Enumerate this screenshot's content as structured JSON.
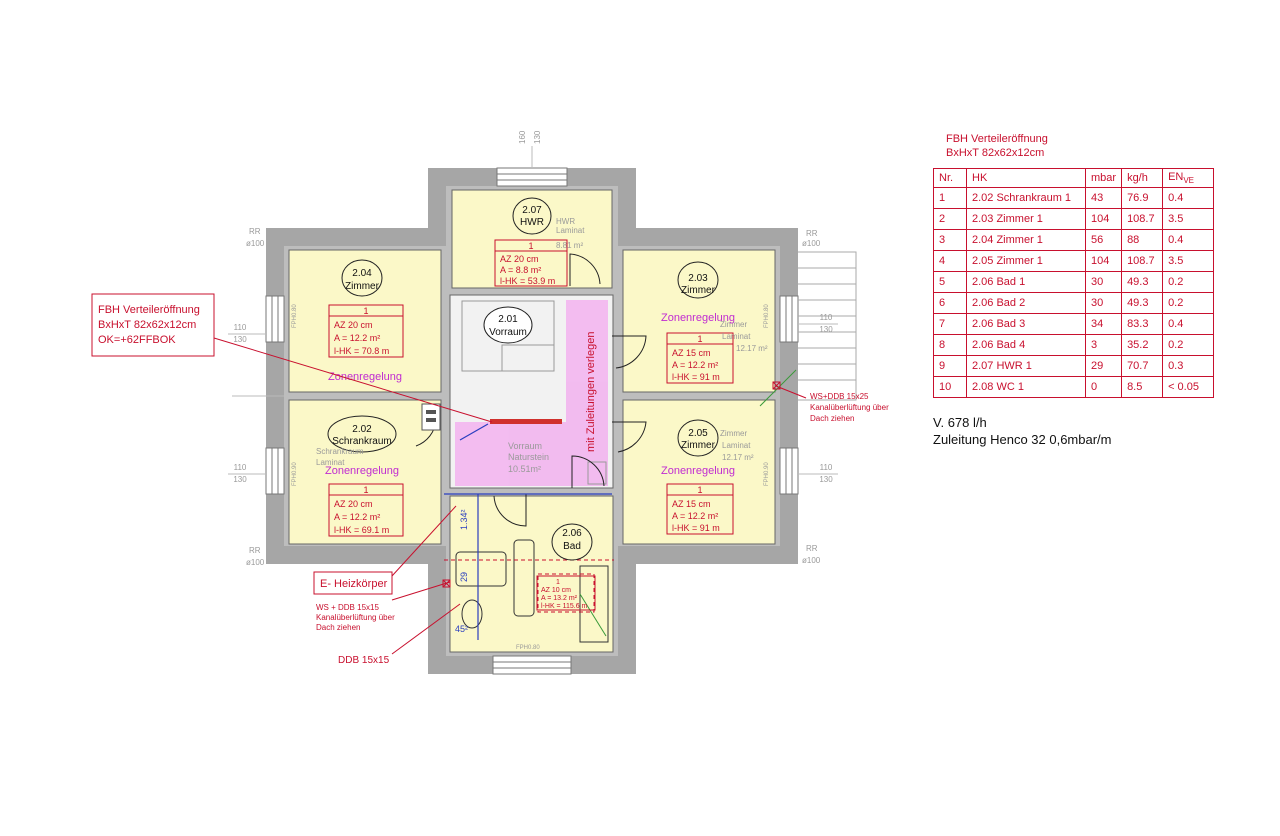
{
  "legend": {
    "line1": "FBH Verteileröffnung",
    "line2": "BxHxT 82x62x12cm"
  },
  "table": {
    "headers": [
      "Nr.",
      "HK",
      "mbar",
      "kg/h",
      "EN",
      "VE"
    ],
    "rows": [
      [
        "1",
        "2.02  Schrankraum 1",
        "43",
        "76.9",
        "0.4"
      ],
      [
        "2",
        "2.03  Zimmer 1",
        "104",
        "108.7",
        "3.5"
      ],
      [
        "3",
        "2.04  Zimmer 1",
        "56",
        "88",
        "0.4"
      ],
      [
        "4",
        "2.05  Zimmer 1",
        "104",
        "108.7",
        "3.5"
      ],
      [
        "5",
        "2.06  Bad 1",
        "30",
        "49.3",
        "0.2"
      ],
      [
        "6",
        "2.06  Bad 2",
        "30",
        "49.3",
        "0.2"
      ],
      [
        "7",
        "2.06  Bad 3",
        "34",
        "83.3",
        "0.4"
      ],
      [
        "8",
        "2.06  Bad 4",
        "3",
        "35.2",
        "0.2"
      ],
      [
        "9",
        "2.07  HWR 1",
        "29",
        "70.7",
        "0.3"
      ],
      [
        "10",
        "2.08  WC 1",
        "0",
        "8.5",
        "<  0.05"
      ]
    ]
  },
  "summary": {
    "volume": "V. 678 l/h",
    "supply": "Zuleitung Henco 32 0,6mbar/m"
  },
  "rooms": {
    "r207": {
      "num": "2.07",
      "name": "HWR",
      "hk": "1",
      "az": "AZ 20 cm",
      "area": "A = 8.8 m²",
      "lhk": "l-HK = 53.9 m",
      "floor": "HWR",
      "floor2": "Laminat",
      "floor3": "8.81 m²"
    },
    "r204": {
      "num": "2.04",
      "name": "Zimmer",
      "hk": "1",
      "az": "AZ 20 cm",
      "area": "A = 12.2 m²",
      "lhk": "l-HK = 70.8 m",
      "zone": "Zonenregelung"
    },
    "r203": {
      "num": "2.03",
      "name": "Zimmer",
      "hk": "1",
      "az": "AZ 15 cm",
      "area": "A = 12.2 m²",
      "lhk": "l-HK = 91 m",
      "zone": "Zonenregelung",
      "floor": "Zimmer",
      "floor2": "Laminat",
      "floor3": "12.17 m²"
    },
    "r201": {
      "num": "2.01",
      "name": "Vorraum",
      "floor": "Vorraum",
      "floor2": "Naturstein",
      "floor3": "10.51m²"
    },
    "r202": {
      "num": "2.02",
      "name": "Schrankraum",
      "hk": "1",
      "az": "AZ 20 cm",
      "area": "A = 12.2 m²",
      "lhk": "l-HK = 69.1 m",
      "zone": "Zonenregelung",
      "floor": "Schrankraum",
      "floor2": "Laminat"
    },
    "r205": {
      "num": "2.05",
      "name": "Zimmer",
      "hk": "1",
      "az": "AZ 15 cm",
      "area": "A = 12.2 m²",
      "lhk": "l-HK = 91 m",
      "zone": "Zonenregelung",
      "floor": "Zimmer",
      "floor2": "Laminat",
      "floor3": "12.17 m²"
    },
    "r206": {
      "num": "2.06",
      "name": "Bad",
      "hk": "1",
      "az": "AZ 10 cm",
      "area": "A = 13.2 m²",
      "lhk": "l-HK = 115.6 m"
    }
  },
  "annotations": {
    "distributor": {
      "line1": "FBH Verteileröffnung",
      "line2": "BxHxT 82x62x12cm",
      "line3": "OK=+62FFBOK"
    },
    "heizkoerper": "E- Heizkörper",
    "ws_left": {
      "line1": "WS + DDB 15x15",
      "line2": "Kanalüberlüftung über",
      "line3": "Dach ziehen"
    },
    "ddb": "DDB 15x15",
    "ws_right": {
      "line1": "WS+DDB 15x25",
      "line2": "Kanalüberlüftung über",
      "line3": "Dach ziehen"
    },
    "supply_route": "mit Zuleitungen verlegen",
    "dim_134": "1.34²",
    "dim_29": "29",
    "dim_45": "45²"
  },
  "dimensions": {
    "top_a": "160",
    "top_b": "130",
    "side_a": "110",
    "side_b": "130",
    "rr": "RR",
    "rr_dia": "ø100",
    "fph_a": "FPH0.80",
    "fph_b": "FPH0.90"
  },
  "colors": {
    "room_fill": "#fbf8c8",
    "wall": "#a6a6a6",
    "corridor": "#f2f2f2",
    "pipe_zone": "#f3b6ef",
    "annotation_red": "#c8102e",
    "zone_magenta": "#c02cd1",
    "dimension_gray": "#9a9a9a"
  }
}
